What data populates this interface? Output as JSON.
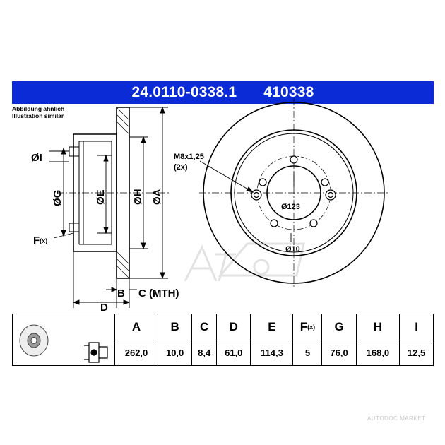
{
  "header": {
    "part_number": "24.0110-0338.1",
    "ref_number": "410338"
  },
  "note": {
    "line1": "Abbildung ähnlich",
    "line2": "Illustration similar"
  },
  "drawing": {
    "dim_i": "ØI",
    "dim_g": "ØG",
    "dim_e": "ØE",
    "dim_h": "ØH",
    "dim_a": "ØA",
    "dim_f": "F",
    "dim_f_sub": "(x)",
    "dim_b": "B",
    "dim_c": "C (MTH)",
    "dim_d": "D",
    "thread_label": "M8x1,25",
    "thread_count": "(2x)",
    "pcd_label": "Ø123",
    "hole_label": "Ø10"
  },
  "spec_table": {
    "columns": [
      {
        "key": "A",
        "sub": "",
        "value": "262,0"
      },
      {
        "key": "B",
        "sub": "",
        "value": "10,0"
      },
      {
        "key": "C",
        "sub": "",
        "value": "8,4"
      },
      {
        "key": "D",
        "sub": "",
        "value": "61,0"
      },
      {
        "key": "E",
        "sub": "",
        "value": "114,3"
      },
      {
        "key": "F",
        "sub": "(x)",
        "value": "5"
      },
      {
        "key": "G",
        "sub": "",
        "value": "76,0"
      },
      {
        "key": "H",
        "sub": "",
        "value": "168,0"
      },
      {
        "key": "I",
        "sub": "",
        "value": "12,5"
      }
    ]
  },
  "watermark": "AUTODOC MARKET",
  "colors": {
    "title_bar": "#0a2bd6",
    "logo_watermark": "#e2e2e2"
  }
}
